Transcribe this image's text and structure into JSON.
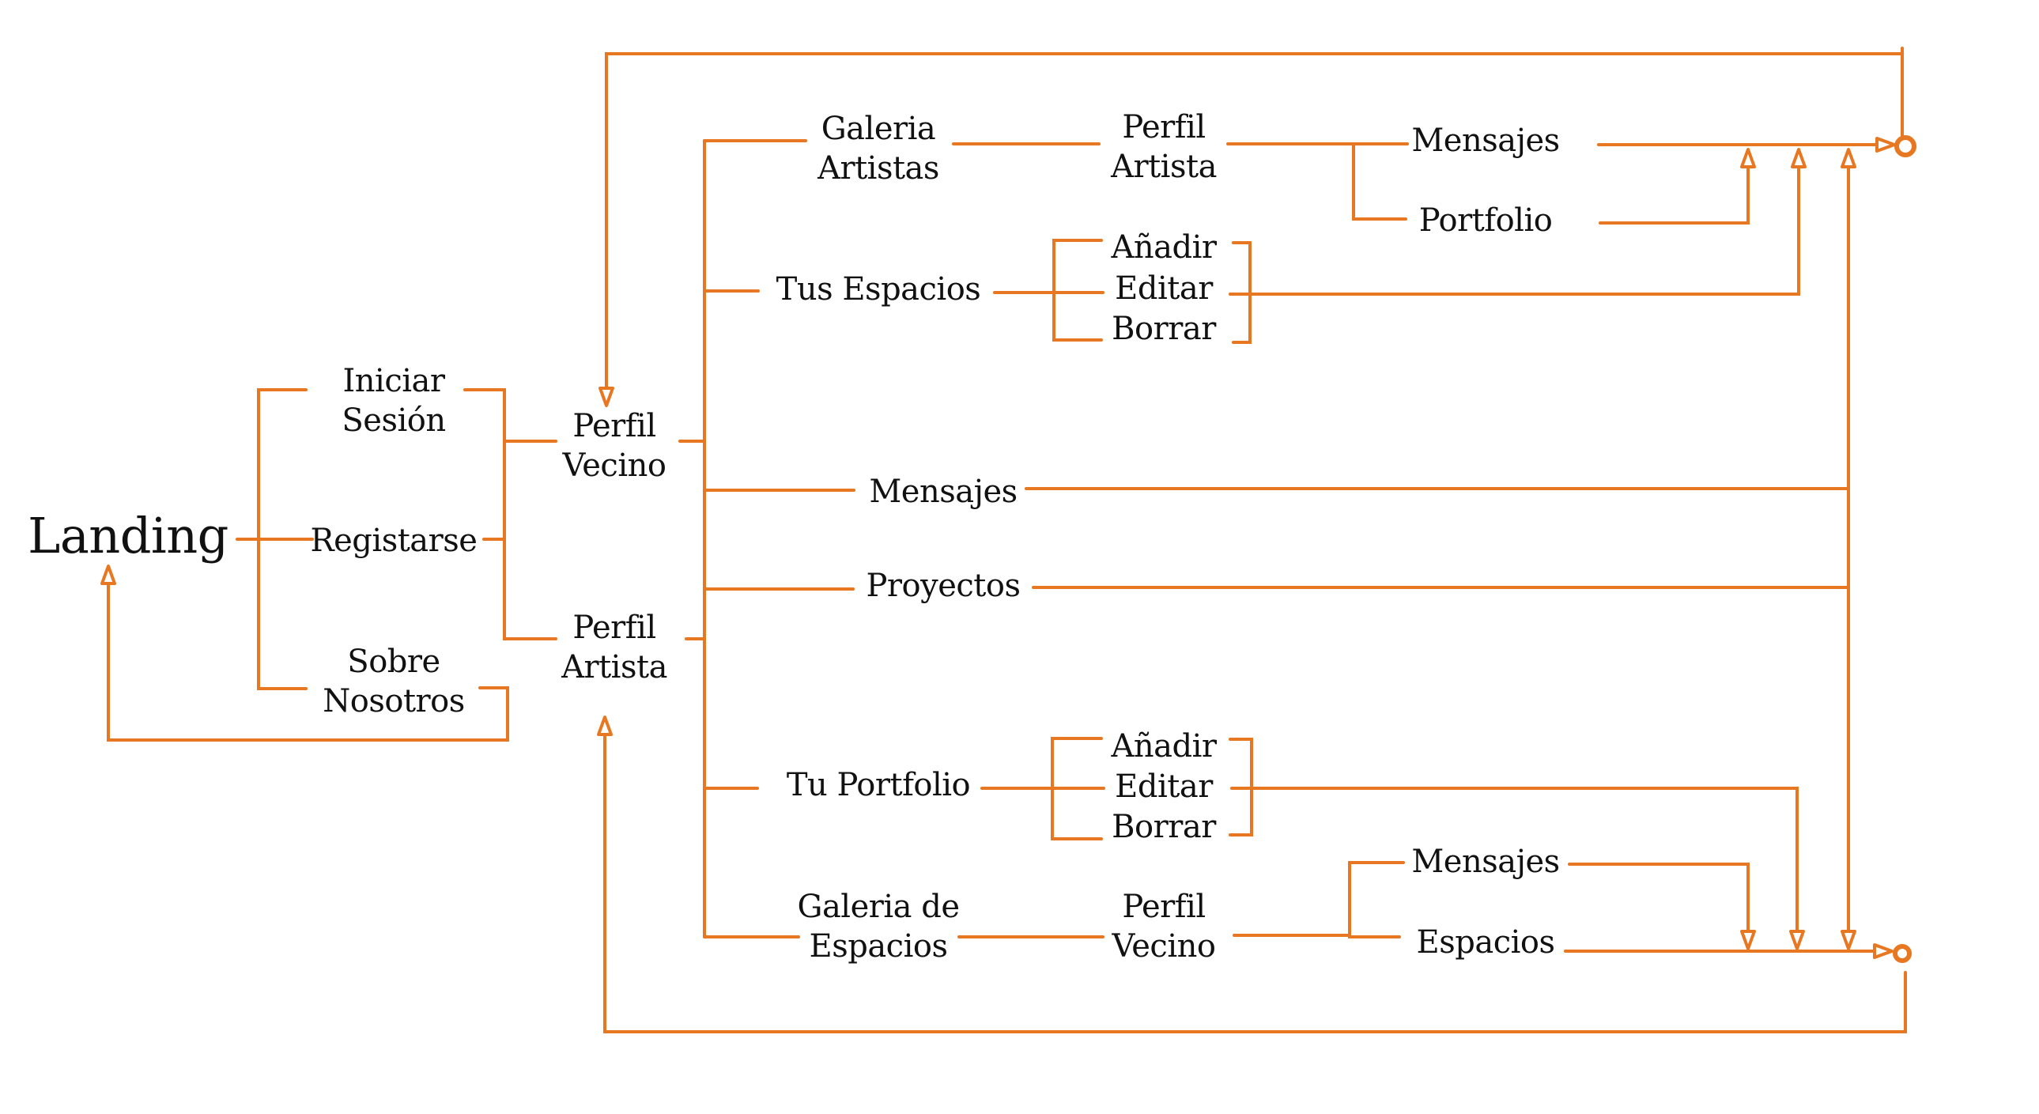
{
  "diagram": {
    "title": "Sitemap / flujo de navegación",
    "accent_color": "#E87722",
    "text_color": "#111111",
    "nodes": {
      "landing": {
        "lines": [
          "Landing"
        ]
      },
      "iniciar_sesion": {
        "lines": [
          "Iniciar",
          "Sesión"
        ]
      },
      "registarse": {
        "lines": [
          "Registarse"
        ]
      },
      "sobre_nosotros": {
        "lines": [
          "Sobre",
          "Nosotros"
        ]
      },
      "perfil_vecino": {
        "lines": [
          "Perfil",
          "Vecino"
        ]
      },
      "perfil_artista": {
        "lines": [
          "Perfil",
          "Artista"
        ]
      },
      "galeria_artistas": {
        "lines": [
          "Galeria",
          "Artistas"
        ]
      },
      "galeria_artistas_perfil_artista": {
        "lines": [
          "Perfil",
          "Artista"
        ]
      },
      "perfil_artista_mensajes": {
        "lines": [
          "Mensajes"
        ]
      },
      "perfil_artista_portfolio": {
        "lines": [
          "Portfolio"
        ]
      },
      "tus_espacios": {
        "lines": [
          "Tus Espacios"
        ]
      },
      "tus_espacios_anadir": {
        "lines": [
          "Añadir"
        ]
      },
      "tus_espacios_editar": {
        "lines": [
          "Editar"
        ]
      },
      "tus_espacios_borrar": {
        "lines": [
          "Borrar"
        ]
      },
      "mensajes": {
        "lines": [
          "Mensajes"
        ]
      },
      "proyectos": {
        "lines": [
          "Proyectos"
        ]
      },
      "tu_portfolio": {
        "lines": [
          "Tu Portfolio"
        ]
      },
      "tu_portfolio_anadir": {
        "lines": [
          "Añadir"
        ]
      },
      "tu_portfolio_editar": {
        "lines": [
          "Editar"
        ]
      },
      "tu_portfolio_borrar": {
        "lines": [
          "Borrar"
        ]
      },
      "galeria_espacios": {
        "lines": [
          "Galeria de",
          "Espacios"
        ]
      },
      "galeria_espacios_perfil_vecino": {
        "lines": [
          "Perfil",
          "Vecino"
        ]
      },
      "perfil_vecino_mensajes": {
        "lines": [
          "Mensajes"
        ]
      },
      "perfil_vecino_espacios": {
        "lines": [
          "Espacios"
        ]
      }
    },
    "edges": [
      {
        "from": "landing",
        "to": "iniciar_sesion"
      },
      {
        "from": "landing",
        "to": "registarse"
      },
      {
        "from": "landing",
        "to": "sobre_nosotros"
      },
      {
        "from": "sobre_nosotros",
        "to": "landing",
        "type": "return"
      },
      {
        "from": "iniciar_sesion",
        "to": "perfil_vecino"
      },
      {
        "from": "iniciar_sesion",
        "to": "perfil_artista"
      },
      {
        "from": "registarse",
        "to": "perfil_vecino"
      },
      {
        "from": "registarse",
        "to": "perfil_artista"
      },
      {
        "from": "perfil_vecino",
        "to": "galeria_artistas"
      },
      {
        "from": "perfil_vecino",
        "to": "tus_espacios"
      },
      {
        "from": "perfil_vecino",
        "to": "mensajes"
      },
      {
        "from": "perfil_vecino",
        "to": "proyectos"
      },
      {
        "from": "perfil_artista",
        "to": "mensajes"
      },
      {
        "from": "perfil_artista",
        "to": "proyectos"
      },
      {
        "from": "perfil_artista",
        "to": "tu_portfolio"
      },
      {
        "from": "perfil_artista",
        "to": "galeria_espacios"
      },
      {
        "from": "galeria_artistas",
        "to": "galeria_artistas_perfil_artista"
      },
      {
        "from": "galeria_artistas_perfil_artista",
        "to": "perfil_artista_mensajes"
      },
      {
        "from": "galeria_artistas_perfil_artista",
        "to": "perfil_artista_portfolio"
      },
      {
        "from": "tus_espacios",
        "to": "tus_espacios_anadir"
      },
      {
        "from": "tus_espacios",
        "to": "tus_espacios_editar"
      },
      {
        "from": "tus_espacios",
        "to": "tus_espacios_borrar"
      },
      {
        "from": "tu_portfolio",
        "to": "tu_portfolio_anadir"
      },
      {
        "from": "tu_portfolio",
        "to": "tu_portfolio_editar"
      },
      {
        "from": "tu_portfolio",
        "to": "tu_portfolio_borrar"
      },
      {
        "from": "galeria_espacios",
        "to": "galeria_espacios_perfil_vecino"
      },
      {
        "from": "galeria_espacios_perfil_vecino",
        "to": "perfil_vecino_mensajes"
      },
      {
        "from": "galeria_espacios_perfil_vecino",
        "to": "perfil_vecino_espacios"
      },
      {
        "from": "top_end",
        "to": "perfil_vecino",
        "type": "return"
      },
      {
        "from": "bottom_end",
        "to": "perfil_artista",
        "type": "return"
      }
    ],
    "endpoints": [
      "top_end",
      "bottom_end"
    ]
  }
}
